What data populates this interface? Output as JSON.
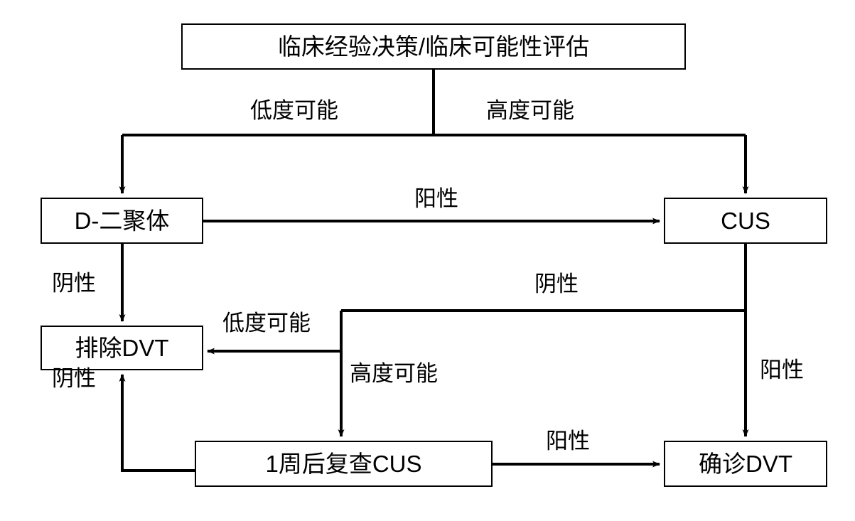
{
  "diagram": {
    "title_text": "临床经验决策/临床可能性评估",
    "type": "flowchart",
    "orientation": "top-down",
    "stroke_color": "#000000",
    "background_color": "#ffffff",
    "nodes": [
      {
        "id": "clinical",
        "label": "临床经验决策/临床可能性评估"
      },
      {
        "id": "ddimer",
        "label": "D-二聚体"
      },
      {
        "id": "cus",
        "label": "CUS"
      },
      {
        "id": "exclude_dvt",
        "label": "排除DVT"
      },
      {
        "id": "repeat_cus",
        "label": "1周后复查CUS"
      },
      {
        "id": "confirm_dvt",
        "label": "确诊DVT"
      }
    ],
    "edges": [
      {
        "id": "clinical_to_ddimer",
        "from": "clinical",
        "to": "ddimer",
        "label": "低度可能"
      },
      {
        "id": "clinical_to_cus",
        "from": "clinical",
        "to": "cus",
        "label": "高度可能"
      },
      {
        "id": "ddimer_to_cus",
        "from": "ddimer",
        "to": "cus",
        "label": "阳性"
      },
      {
        "id": "ddimer_to_exclude",
        "from": "ddimer",
        "to": "exclude_dvt",
        "label": "阴性"
      },
      {
        "id": "cus_neg_branch",
        "from": "cus",
        "to": "junction",
        "label": "阴性"
      },
      {
        "id": "junction_to_exclude",
        "from": "junction",
        "to": "exclude_dvt",
        "label": "低度可能"
      },
      {
        "id": "junction_to_repeat",
        "from": "junction",
        "to": "repeat_cus",
        "label": "高度可能"
      },
      {
        "id": "cus_to_confirm",
        "from": "cus",
        "to": "confirm_dvt",
        "label": "阳性"
      },
      {
        "id": "repeat_to_exclude",
        "from": "repeat_cus",
        "to": "exclude_dvt",
        "label": "阴性"
      },
      {
        "id": "repeat_to_confirm",
        "from": "repeat_cus",
        "to": "confirm_dvt",
        "label": "阳性"
      }
    ],
    "labels": {
      "low_prob_top": "低度可能",
      "high_prob_top": "高度可能",
      "positive_ddimer": "阳性",
      "negative_ddimer": "阴性",
      "negative_cus": "阴性",
      "low_prob_mid": "低度可能",
      "high_prob_mid": "高度可能",
      "positive_cus": "阳性",
      "negative_repeat": "阴性",
      "positive_repeat": "阳性"
    }
  }
}
